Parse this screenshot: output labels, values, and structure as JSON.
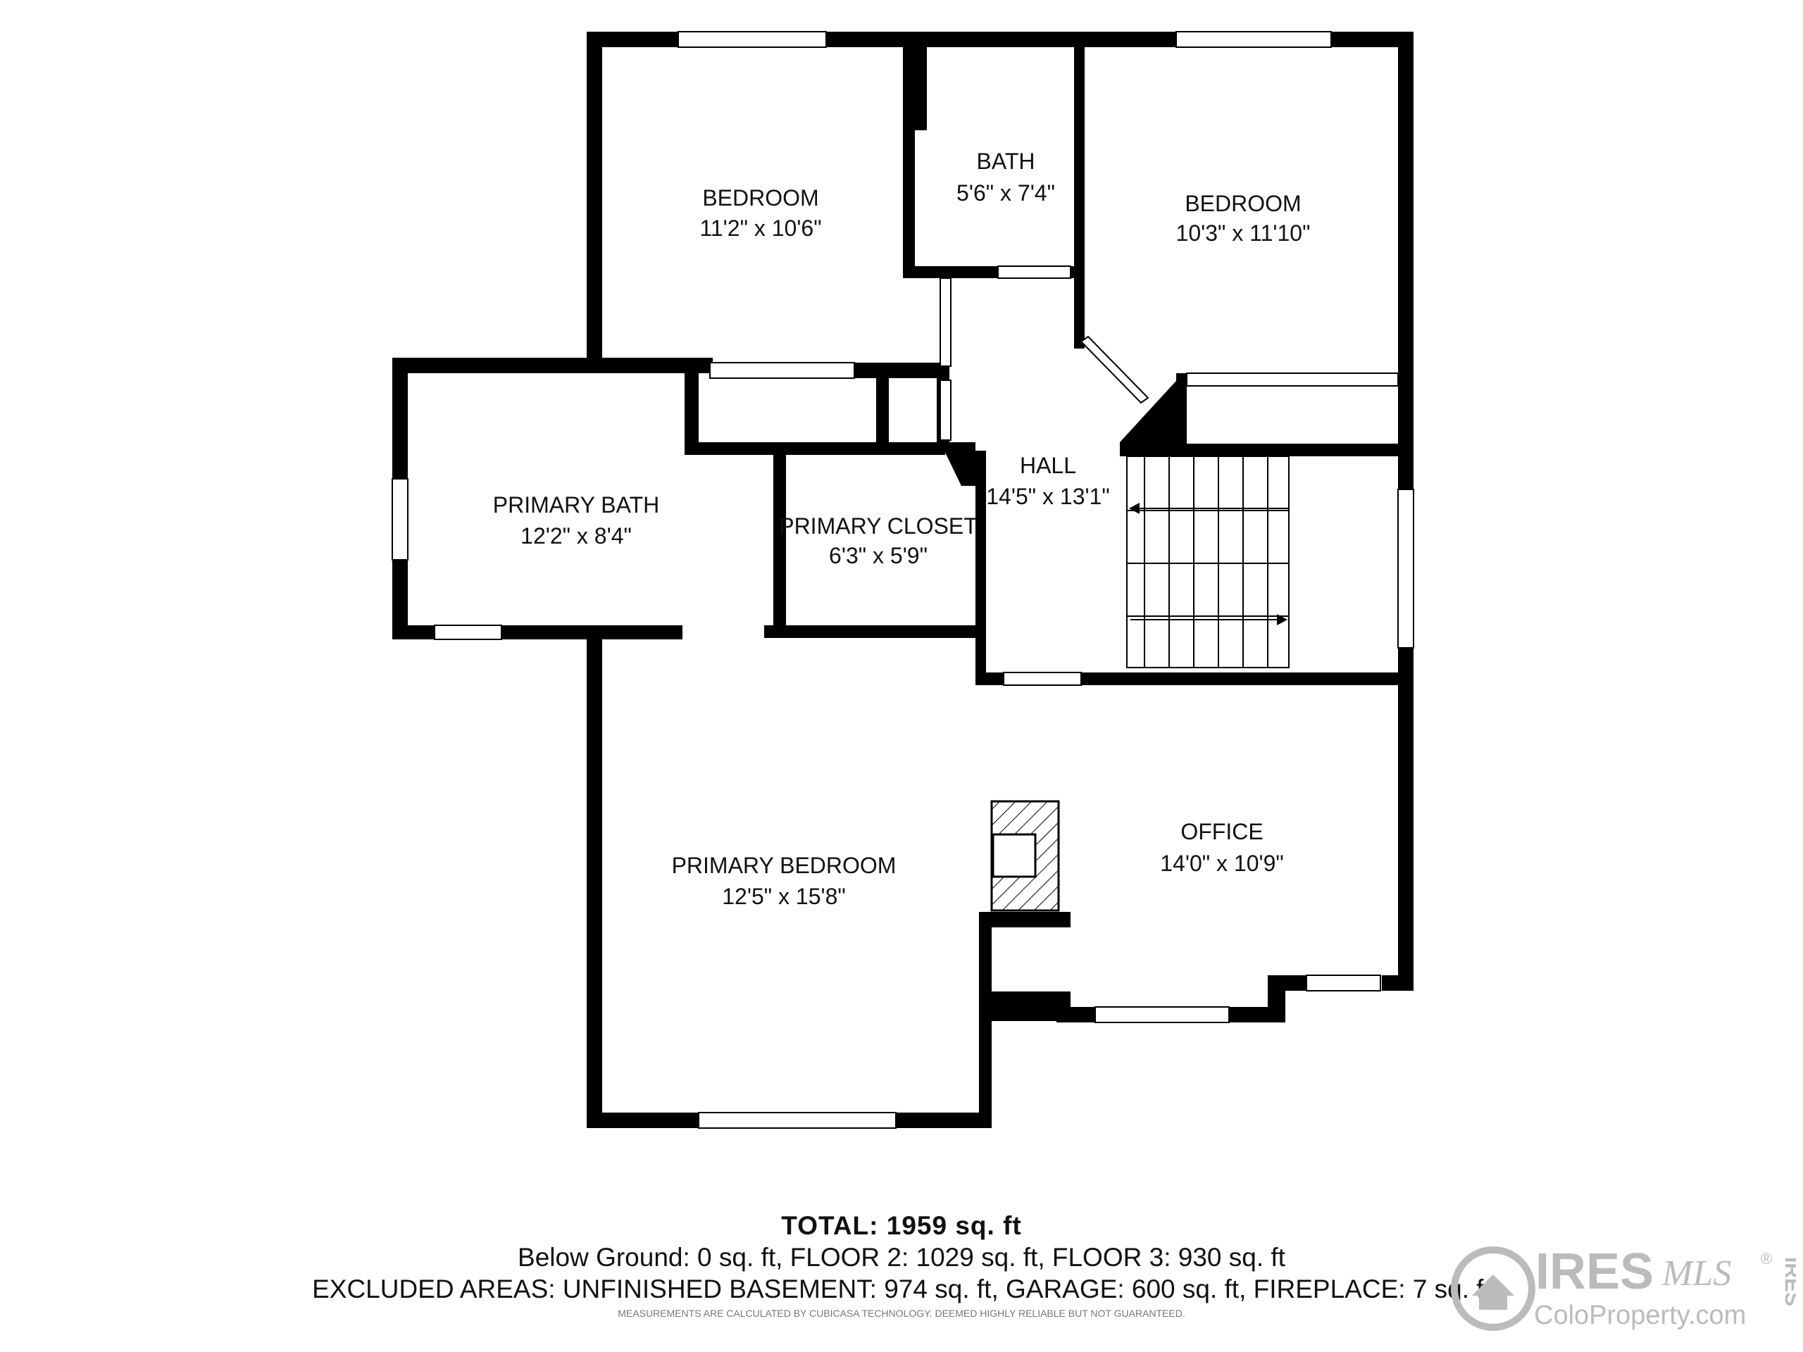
{
  "rooms": {
    "bedroom_left": {
      "name": "BEDROOM",
      "dims": "11'2\" x 10'6\""
    },
    "bath": {
      "name": "BATH",
      "dims": "5'6\" x 7'4\""
    },
    "bedroom_right": {
      "name": "BEDROOM",
      "dims": "10'3\" x 11'10\""
    },
    "primary_bath": {
      "name": "PRIMARY BATH",
      "dims": "12'2\" x 8'4\""
    },
    "primary_closet": {
      "name": "PRIMARY CLOSET",
      "dims": "6'3\" x 5'9\""
    },
    "hall": {
      "name": "HALL",
      "dims": "14'5\" x 13'1\""
    },
    "primary_bedroom": {
      "name": "PRIMARY BEDROOM",
      "dims": "12'5\" x 15'8\""
    },
    "office": {
      "name": "OFFICE",
      "dims": "14'0\" x 10'9\""
    }
  },
  "footer": {
    "total": "TOTAL: 1959 sq. ft",
    "floors": "Below Ground: 0 sq. ft, FLOOR 2: 1029 sq. ft, FLOOR 3: 930 sq. ft",
    "excluded": "EXCLUDED AREAS: UNFINISHED BASEMENT: 974 sq. ft, GARAGE: 600 sq. ft, FIREPLACE: 7 sq. ft",
    "disclaimer": "MEASUREMENTS ARE CALCULATED BY CUBICASA TECHNOLOGY. DEEMED HIGHLY RELIABLE BUT NOT GUARANTEED."
  },
  "logo": {
    "brand": "IRES",
    "mls": "MLS",
    "url": "ColoProperty.com",
    "reg": "®",
    "side": "IRES"
  },
  "colors": {
    "wall": "#000000",
    "background": "#ffffff",
    "window": "#ffffff"
  }
}
